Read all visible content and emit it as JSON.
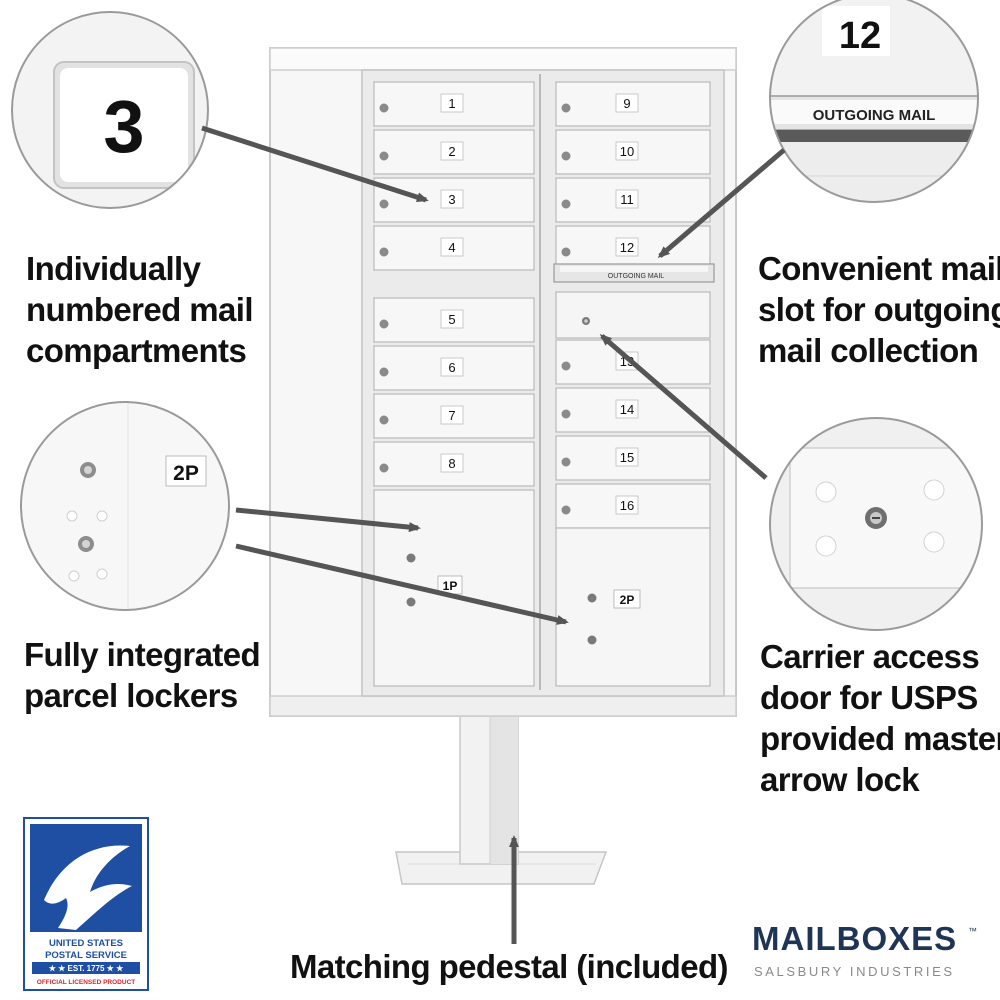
{
  "features": {
    "numbered_compartments": [
      "Individually",
      "numbered mail",
      "compartments"
    ],
    "outgoing_slot": [
      "Convenient mail",
      "slot for outgoing",
      "mail collection"
    ],
    "parcel_lockers": [
      "Fully integrated",
      "parcel lockers"
    ],
    "carrier_door": [
      "Carrier access",
      "door for USPS",
      "provided master",
      "arrow lock"
    ],
    "pedestal": [
      "Matching pedestal (included)"
    ]
  },
  "mailbox": {
    "left_doors": [
      "1",
      "2",
      "3",
      "4",
      "5",
      "6",
      "7",
      "8"
    ],
    "right_doors": [
      "9",
      "10",
      "11",
      "12",
      "13",
      "14",
      "15",
      "16"
    ],
    "outgoing_label": "OUTGOING MAIL",
    "parcel_left": "1P",
    "parcel_right": "2P"
  },
  "callouts": {
    "door_number": "3",
    "slot_number": "12",
    "slot_label": "OUTGOING MAIL",
    "parcel_label": "2P"
  },
  "logos": {
    "usps": {
      "line1": "UNITED STATES",
      "line2": "POSTAL SERVICE",
      "line3": "★ ★ EST. 1775 ★ ★",
      "line4": "OFFICIAL LICENSED PRODUCT",
      "color": "#1f4fa3",
      "accent": "#d3252f"
    },
    "brand": {
      "name": "MAILBOXES",
      "tm": "™",
      "sub": "SALSBURY INDUSTRIES",
      "color": "#1f3556"
    }
  }
}
